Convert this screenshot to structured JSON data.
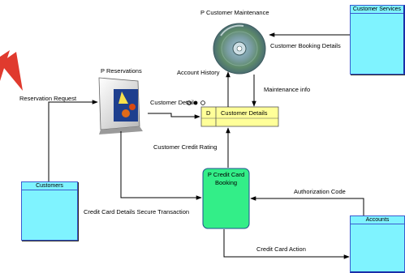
{
  "diagram": {
    "processes": {
      "customer_maintenance": "P Customer Maintenance",
      "reservations": "P Reservations",
      "credit_card_booking": "P Credit Card\nBooking"
    },
    "entities": {
      "customer_services": "Customer Services",
      "customers": "Customers",
      "accounts": "Accounts"
    },
    "data_store": {
      "id": "D",
      "name": "Customer Details"
    },
    "flows": {
      "customer_booking_details": "Customer Booking Details",
      "account_history": "Account History",
      "maintenance_info": "Maintenance info",
      "reservation_request": "Reservation Request",
      "customer_detail": "Customer Detail",
      "customer_credit_rating": "Customer Credit Rating",
      "authorization_code": "Authorization Code",
      "credit_card_details": "Credit Card Details Secure Transaction",
      "credit_card_action": "Credit Card Action"
    },
    "colors": {
      "entity_fill": "#7ff3ff",
      "entity_border": "#3a5bd0",
      "store_fill": "#ffff99",
      "process_fill": "#33ee88",
      "accent_triangle": "#e03a2e"
    }
  }
}
